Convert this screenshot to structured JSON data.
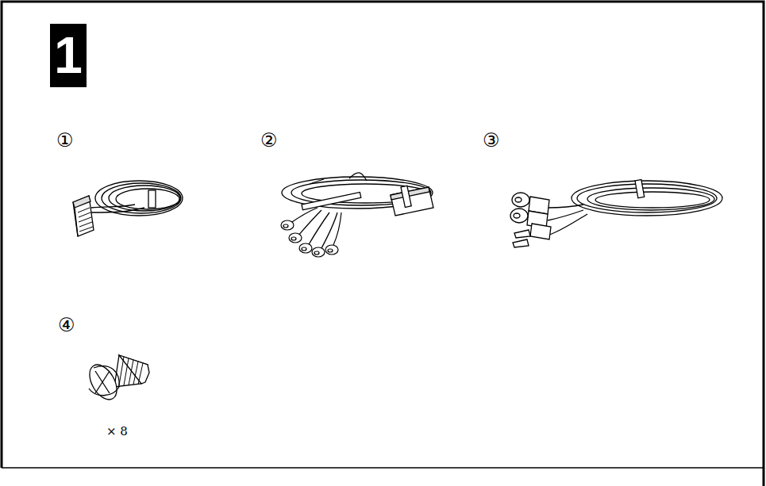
{
  "diagram": {
    "nodes": [
      {
        "text": [
          "1"
        ]
      }
    ],
    "labels": [
      "①",
      "②",
      "③",
      "④",
      "× 8"
    ]
  }
}
